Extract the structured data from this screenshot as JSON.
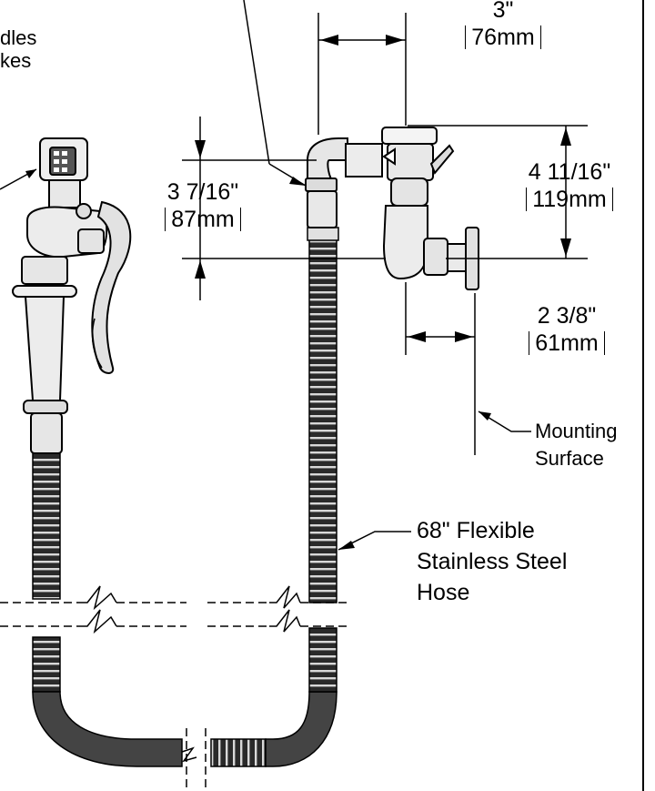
{
  "labels": {
    "handles_partial": "dles",
    "handles_partial_2": "kes",
    "width_in": "3\"",
    "width_mm": "76mm",
    "height_in": "3 7/16\"",
    "height_mm": "87mm",
    "valve_in": "4 11/16\"",
    "valve_mm": "119mm",
    "depth_in": "2 3/8\"",
    "depth_mm": "61mm",
    "mounting_1": "Mounting",
    "mounting_2": "Surface",
    "hose_1": "68\" Flexible",
    "hose_2": "Stainless Steel",
    "hose_3": "Hose"
  }
}
